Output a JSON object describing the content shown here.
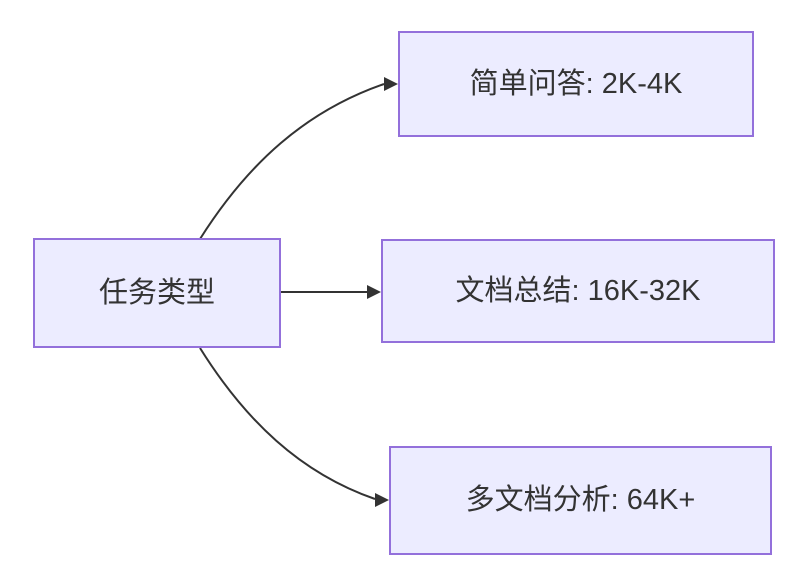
{
  "diagram": {
    "type": "flowchart-left-to-right",
    "colors": {
      "background": "#ffffff",
      "node_fill": "#ECECFF",
      "node_border": "#9370DB",
      "node_text": "#333333",
      "edge": "#333333"
    },
    "root": {
      "id": "task-type",
      "label": "任务类型"
    },
    "branches": [
      {
        "id": "simple-qa",
        "label": "简单问答: 2K-4K"
      },
      {
        "id": "doc-summary",
        "label": "文档总结: 16K-32K"
      },
      {
        "id": "multi-doc",
        "label": "多文档分析: 64K+"
      }
    ],
    "edges": [
      {
        "from": "任务类型",
        "to": "简单问答: 2K-4K",
        "arrow": "filled-triangle"
      },
      {
        "from": "任务类型",
        "to": "文档总结: 16K-32K",
        "arrow": "filled-triangle"
      },
      {
        "from": "任务类型",
        "to": "多文档分析: 64K+",
        "arrow": "filled-triangle"
      }
    ]
  }
}
